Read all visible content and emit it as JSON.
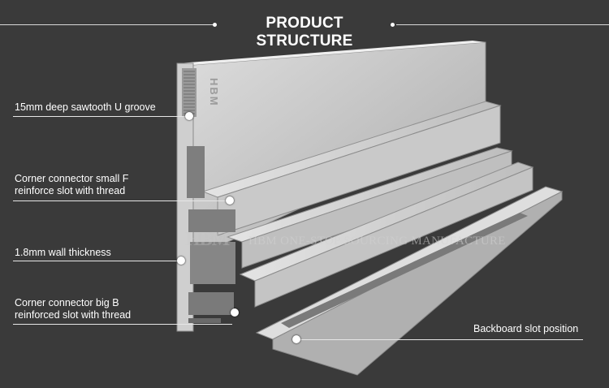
{
  "header": {
    "title": "PRODUCT STRUCTURE"
  },
  "callouts": [
    {
      "line1": "15mm deep  sawtooth U groove",
      "line2": ""
    },
    {
      "line1": "Corner connector small F",
      "line2": "reinforce slot with thread"
    },
    {
      "line1": "1.8mm wall thickness",
      "line2": ""
    },
    {
      "line1": "Corner connector big B",
      "line2": "reinforced slot with thread"
    },
    {
      "line1": "Backboard slot position",
      "line2": ""
    }
  ],
  "watermark": {
    "logo": "HBM",
    "text": "HBM ONE-STOP SOURCING MANUFACTURE"
  },
  "profile_stamp": "HBM",
  "colors": {
    "background": "#3a3a3a",
    "aluminum_light": "#d6d6d6",
    "aluminum_mid": "#b4b4b4",
    "aluminum_dark": "#8a8a8a",
    "text": "#ffffff"
  }
}
